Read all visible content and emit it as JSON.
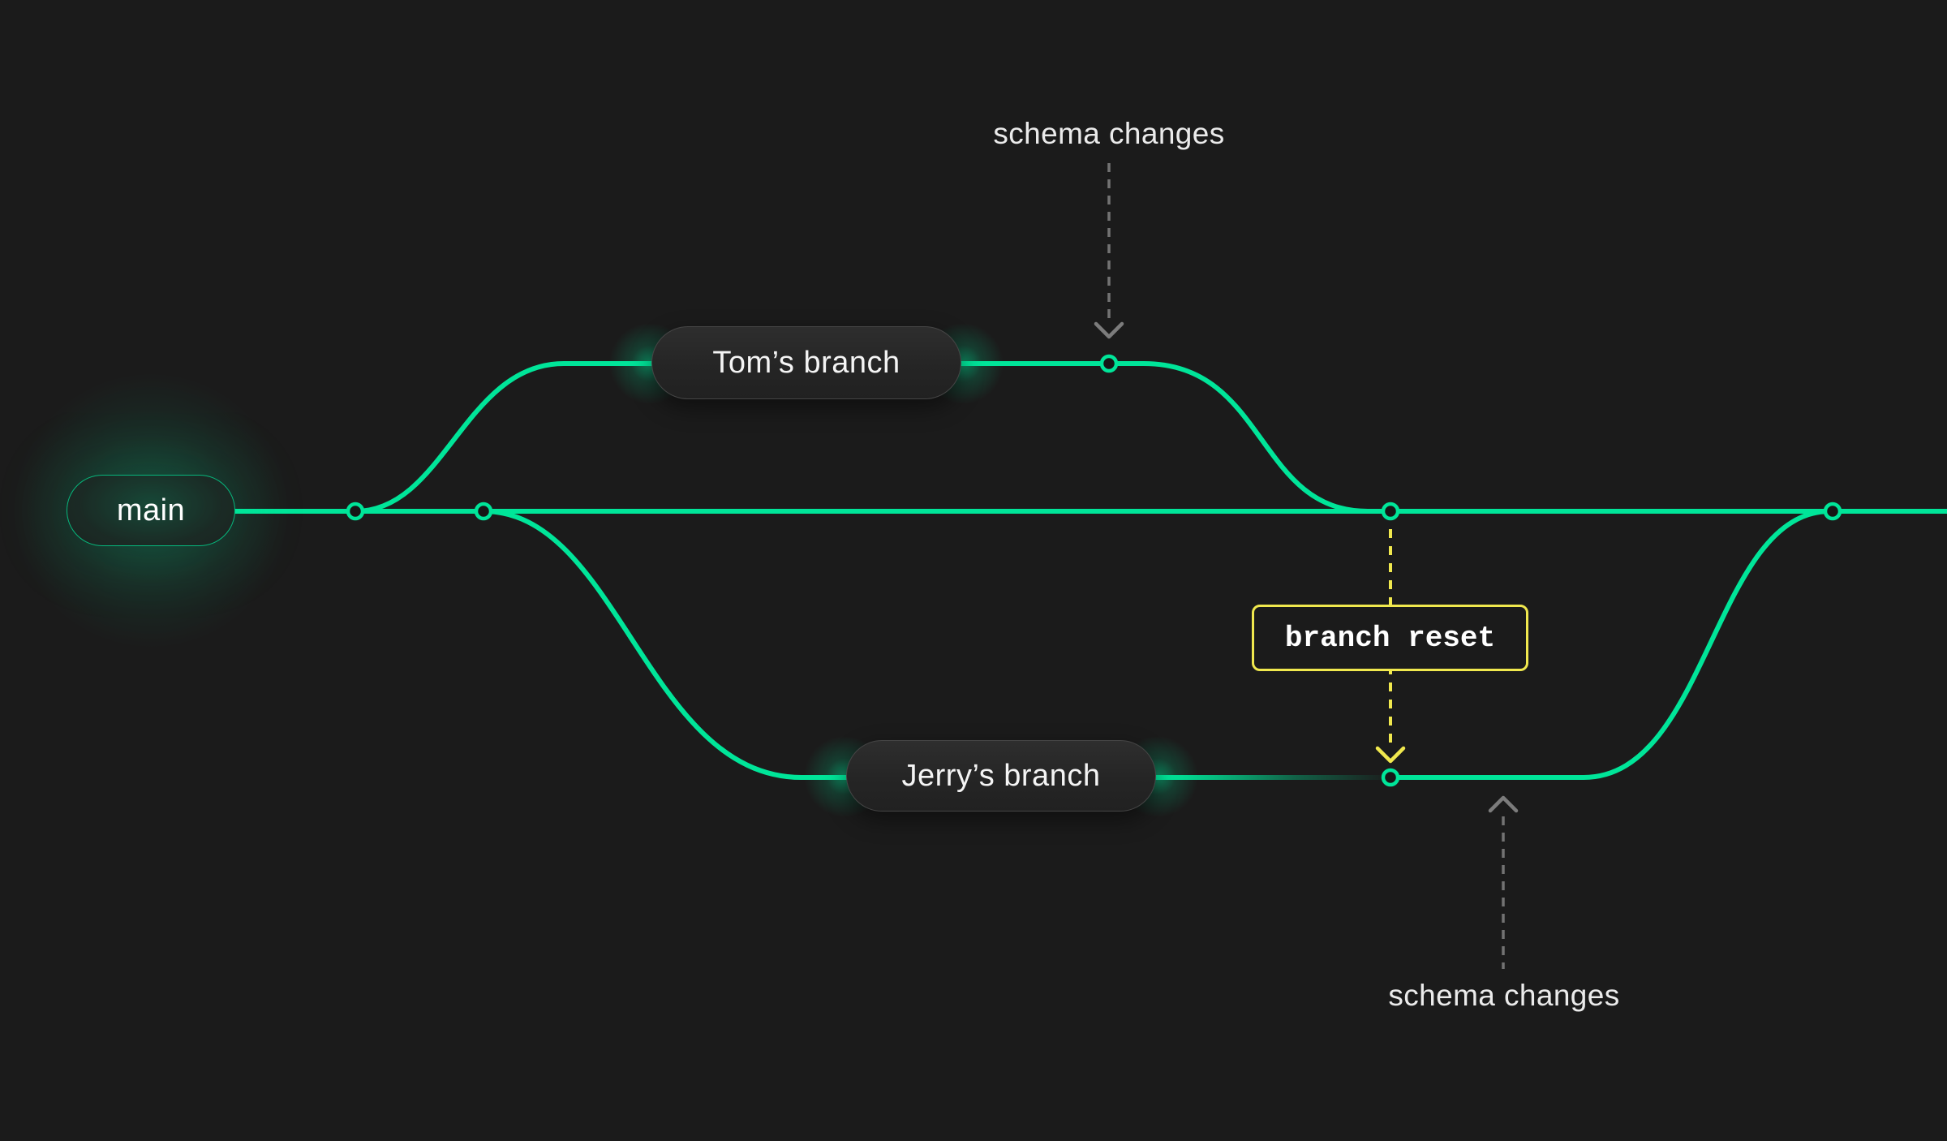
{
  "diagram": {
    "background_color": "#1b1b1b",
    "branch_line_color": "#00e599",
    "reset_accent_color": "#f0e84e",
    "arrow_color": "#737373",
    "branches": {
      "main_label": "main",
      "tom_label": "Tom’s branch",
      "jerry_label": "Jerry’s branch"
    },
    "annotations": {
      "schema_changes_top": "schema changes",
      "branch_reset_label": "branch reset",
      "schema_changes_bottom": "schema changes"
    },
    "commit_node_count": 6
  }
}
